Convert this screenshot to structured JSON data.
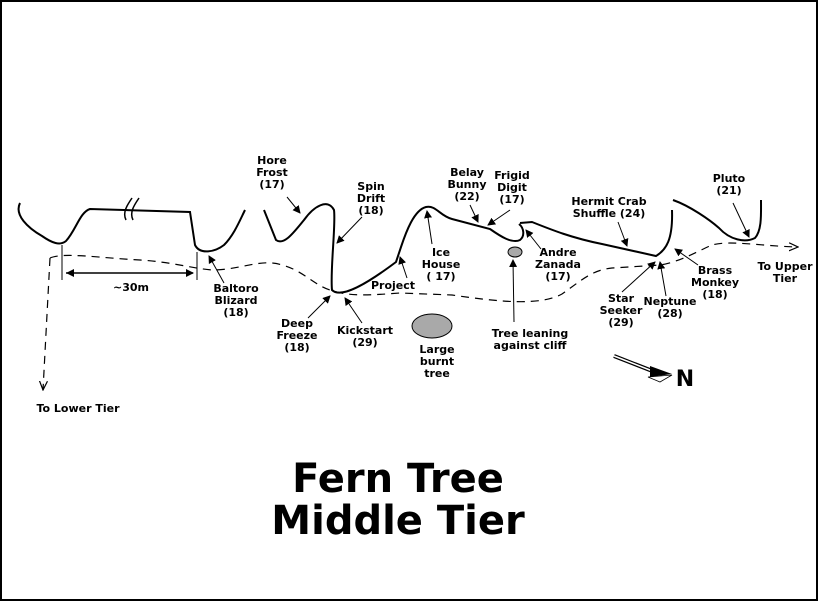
{
  "title": {
    "line1": "Fern Tree",
    "line2": "Middle Tier"
  },
  "scale_label": "~30m",
  "north_label": "N",
  "routes": {
    "hore_frost": [
      "Hore",
      "Frost",
      "(17)"
    ],
    "spin_drift": [
      "Spin",
      "Drift",
      "(18)"
    ],
    "belay_bunny": [
      "Belay",
      "Bunny",
      "(22)"
    ],
    "frigid_digit": [
      "Frigid",
      "Digit",
      "(17)"
    ],
    "hermit_crab": [
      "Hermit Crab",
      "Shuffle (24)"
    ],
    "pluto": [
      "Pluto",
      "(21)"
    ],
    "ice_house": [
      "Ice",
      "House",
      "( 17)"
    ],
    "andre_zanada": [
      "Andre",
      "Zanada",
      "(17)"
    ],
    "baltoro_blizard": [
      "Baltoro",
      "Blizard",
      "(18)"
    ],
    "project": [
      "Project"
    ],
    "deep_freeze": [
      "Deep",
      "Freeze",
      "(18)"
    ],
    "kickstart": [
      "Kickstart",
      "(29)"
    ],
    "star_seeker": [
      "Star",
      "Seeker",
      "(29)"
    ],
    "neptune": [
      "Neptune",
      "(28)"
    ],
    "brass_monkey": [
      "Brass",
      "Monkey",
      "(18)"
    ]
  },
  "landmarks": {
    "large_burnt_tree": [
      "Large",
      "burnt",
      "tree"
    ],
    "tree_leaning": [
      "Tree leaning",
      "against cliff"
    ]
  },
  "directions": {
    "upper_tier": [
      "To Upper",
      "Tier"
    ],
    "lower_tier": [
      "To Lower Tier"
    ]
  },
  "colors": {
    "boulder": "#a9a9a9",
    "ink": "#000000"
  }
}
